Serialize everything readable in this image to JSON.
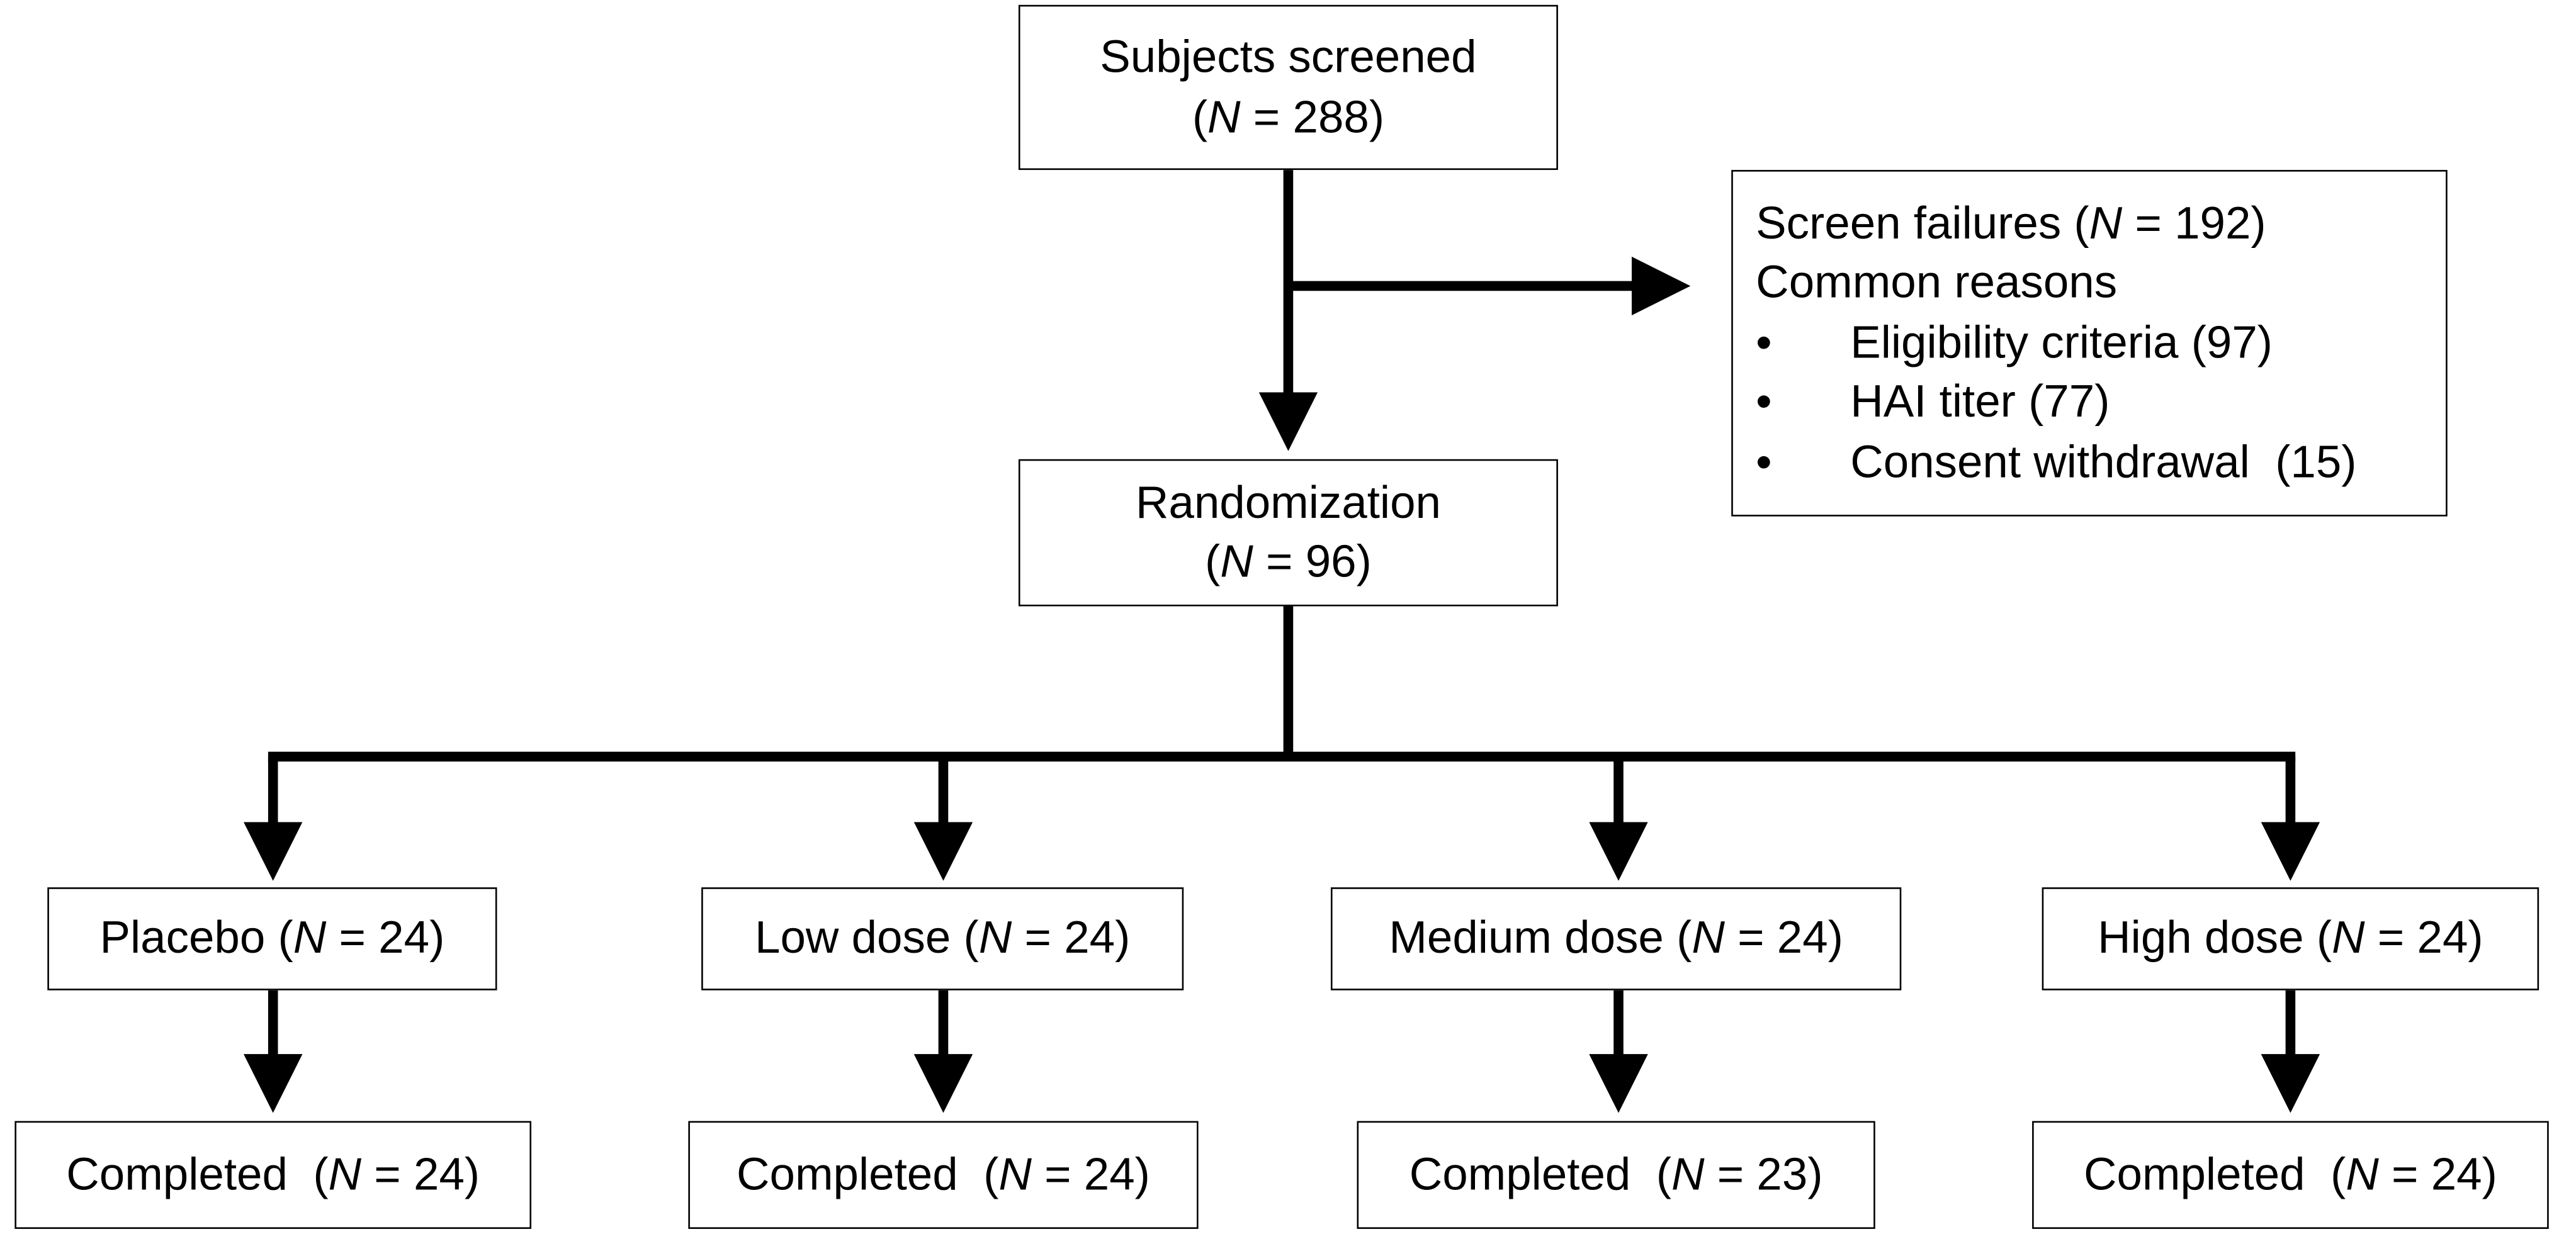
{
  "n_symbol": "N",
  "equals": " = ",
  "screened": {
    "label": "Subjects screened",
    "n": "288"
  },
  "failures": {
    "label": "Screen failures",
    "n": "192",
    "subtitle": "Common reasons",
    "bullet": "•",
    "reasons": [
      {
        "label": "Eligibility criteria",
        "count": "(97)"
      },
      {
        "label": "HAI titer",
        "count": "(77)"
      },
      {
        "label": "Consent withdrawal",
        "count": "(15)"
      }
    ]
  },
  "randomization": {
    "label": "Randomization",
    "n": "96"
  },
  "arms": [
    {
      "label": "Placebo",
      "n": "24",
      "completed_label": "Completed",
      "completed_n": "24"
    },
    {
      "label": "Low dose",
      "n": "24",
      "completed_label": "Completed",
      "completed_n": "24"
    },
    {
      "label": "Medium dose",
      "n": "24",
      "completed_label": "Completed",
      "completed_n": "23"
    },
    {
      "label": "High dose",
      "n": "24",
      "completed_label": "Completed",
      "completed_n": "24"
    }
  ]
}
